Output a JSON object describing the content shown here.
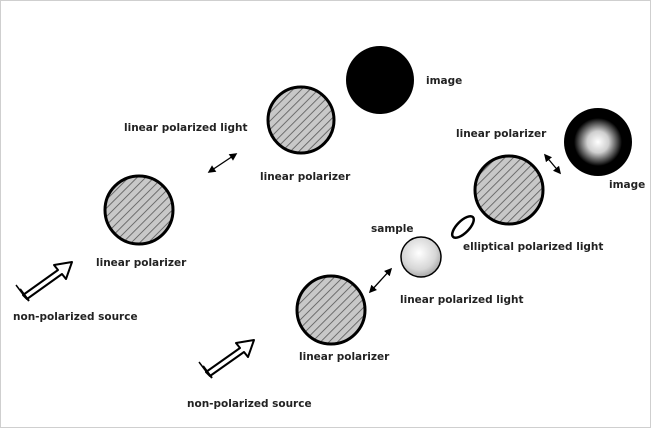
{
  "diagram": {
    "labels": {
      "image_top": "image",
      "linear_polarized_light_top": "linear polarized light",
      "linear_polarizer_top_mid": "linear polarizer",
      "linear_polarizer_top_low": "linear polarizer",
      "non_polarized_source_top": "non-polarized source",
      "linear_polarizer_right": "linear polarizer",
      "image_right": "image",
      "sample": "sample",
      "elliptical_polarized_light": "elliptical polarized light",
      "linear_polarized_light_bottom": "linear polarized light",
      "linear_polarizer_bottom": "linear polarizer",
      "non_polarized_source_bottom": "non-polarized source"
    }
  }
}
